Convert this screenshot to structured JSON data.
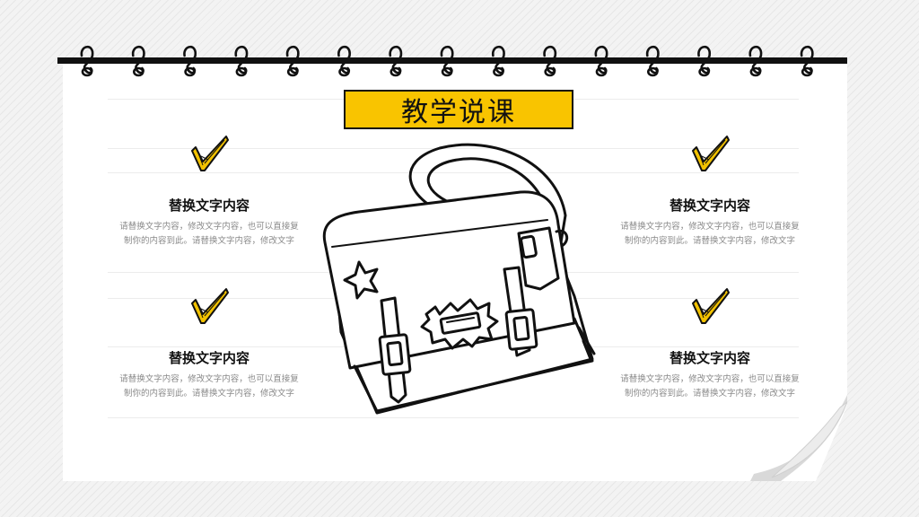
{
  "title": "教学说课",
  "items": [
    {
      "heading": "替换文字内容",
      "body": "请替换文字内容，修改文字内容，也可以直接复制你的内容到此。请替换文字内容，修改文字"
    },
    {
      "heading": "替换文字内容",
      "body": "请替换文字内容，修改文字内容，也可以直接复制你的内容到此。请替换文字内容，修改文字"
    },
    {
      "heading": "替换文字内容",
      "body": "请替换文字内容，修改文字内容，也可以直接复制你的内容到此。请替换文字内容，修改文字"
    },
    {
      "heading": "替换文字内容",
      "body": "请替换文字内容，修改文字内容，也可以直接复制你的内容到此。请替换文字内容，修改文字"
    }
  ],
  "colors": {
    "accent": "#f9c400",
    "ink": "#111111",
    "body_text": "#8a8a8a"
  },
  "icons": [
    "check-mark-icon",
    "school-bag-illustration",
    "spiral-ring-icon"
  ]
}
